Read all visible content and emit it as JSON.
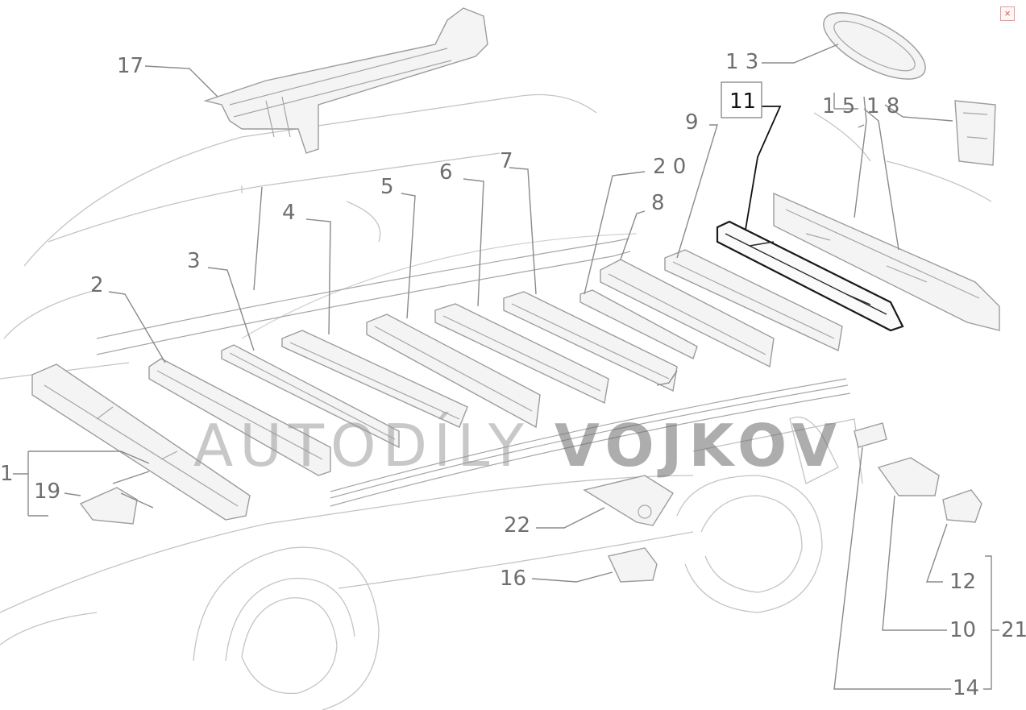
{
  "diagram": {
    "callouts": {
      "p1": "1",
      "p2": "2",
      "p3": "3",
      "p4": "4",
      "p5": "5",
      "p6": "6",
      "p7": "7",
      "p8": "8",
      "p9": "9",
      "p10": "10",
      "p11": "11",
      "p12": "12",
      "p13": "1 3",
      "p14": "14",
      "p15": "1 5",
      "p16": "16",
      "p17": "17",
      "p18": "1 8",
      "p19": "19",
      "p20": "2 0",
      "p21": "21",
      "p22": "22"
    },
    "highlighted_part": "11",
    "watermark": {
      "light": "AUTODÍLY",
      "bold": "VOJKOV"
    }
  },
  "close_button": {
    "label": "×"
  }
}
